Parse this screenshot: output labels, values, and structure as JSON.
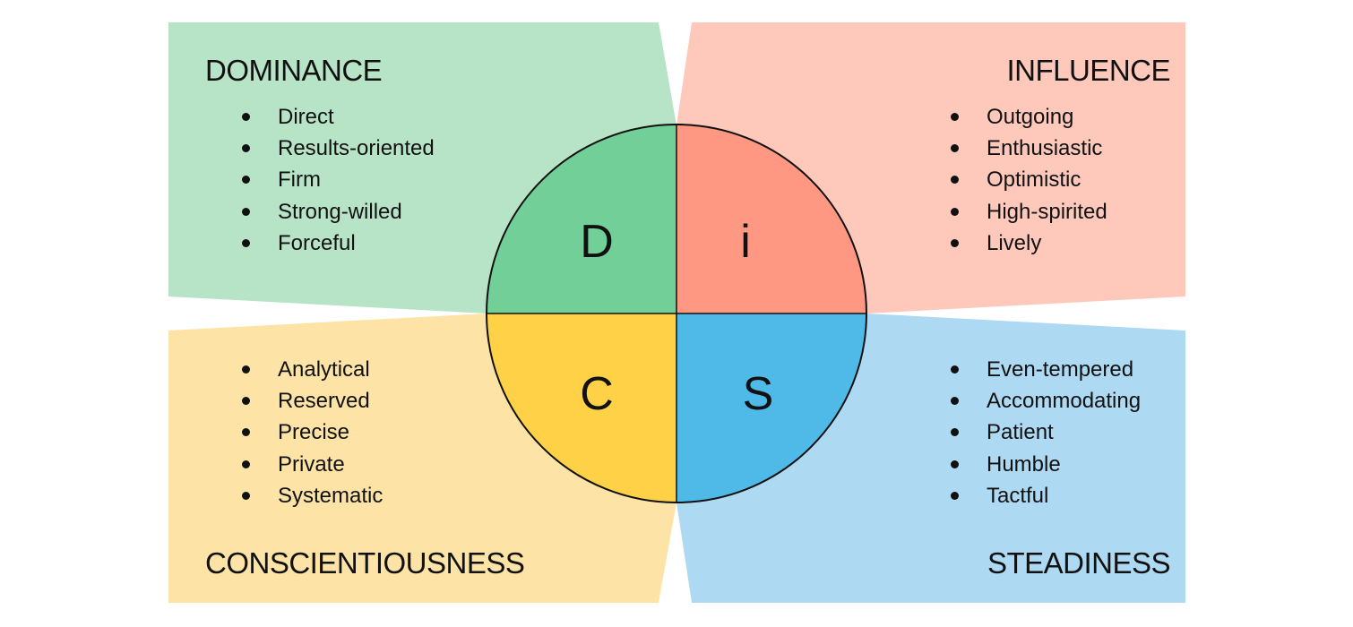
{
  "colors": {
    "dominance_bg": "#b7e4c7",
    "influence_bg": "#fec8bb",
    "conscientiousness_bg": "#fde4a6",
    "steadiness_bg": "#aed9f2",
    "d_fill": "#72cf97",
    "i_fill": "#fe9883",
    "c_fill": "#fed146",
    "s_fill": "#4fb9e8"
  },
  "quadrants": {
    "dominance": {
      "title": "DOMINANCE",
      "letter": "D",
      "traits": [
        "Direct",
        "Results-oriented",
        "Firm",
        "Strong-willed",
        "Forceful"
      ]
    },
    "influence": {
      "title": "INFLUENCE",
      "letter": "i",
      "traits": [
        "Outgoing",
        "Enthusiastic",
        "Optimistic",
        "High-spirited",
        "Lively"
      ]
    },
    "conscientiousness": {
      "title": "CONSCIENTIOUSNESS",
      "letter": "C",
      "traits": [
        "Analytical",
        "Reserved",
        "Precise",
        "Private",
        "Systematic"
      ]
    },
    "steadiness": {
      "title": "STEADINESS",
      "letter": "S",
      "traits": [
        "Even-tempered",
        "Accommodating",
        "Patient",
        "Humble",
        "Tactful"
      ]
    }
  }
}
